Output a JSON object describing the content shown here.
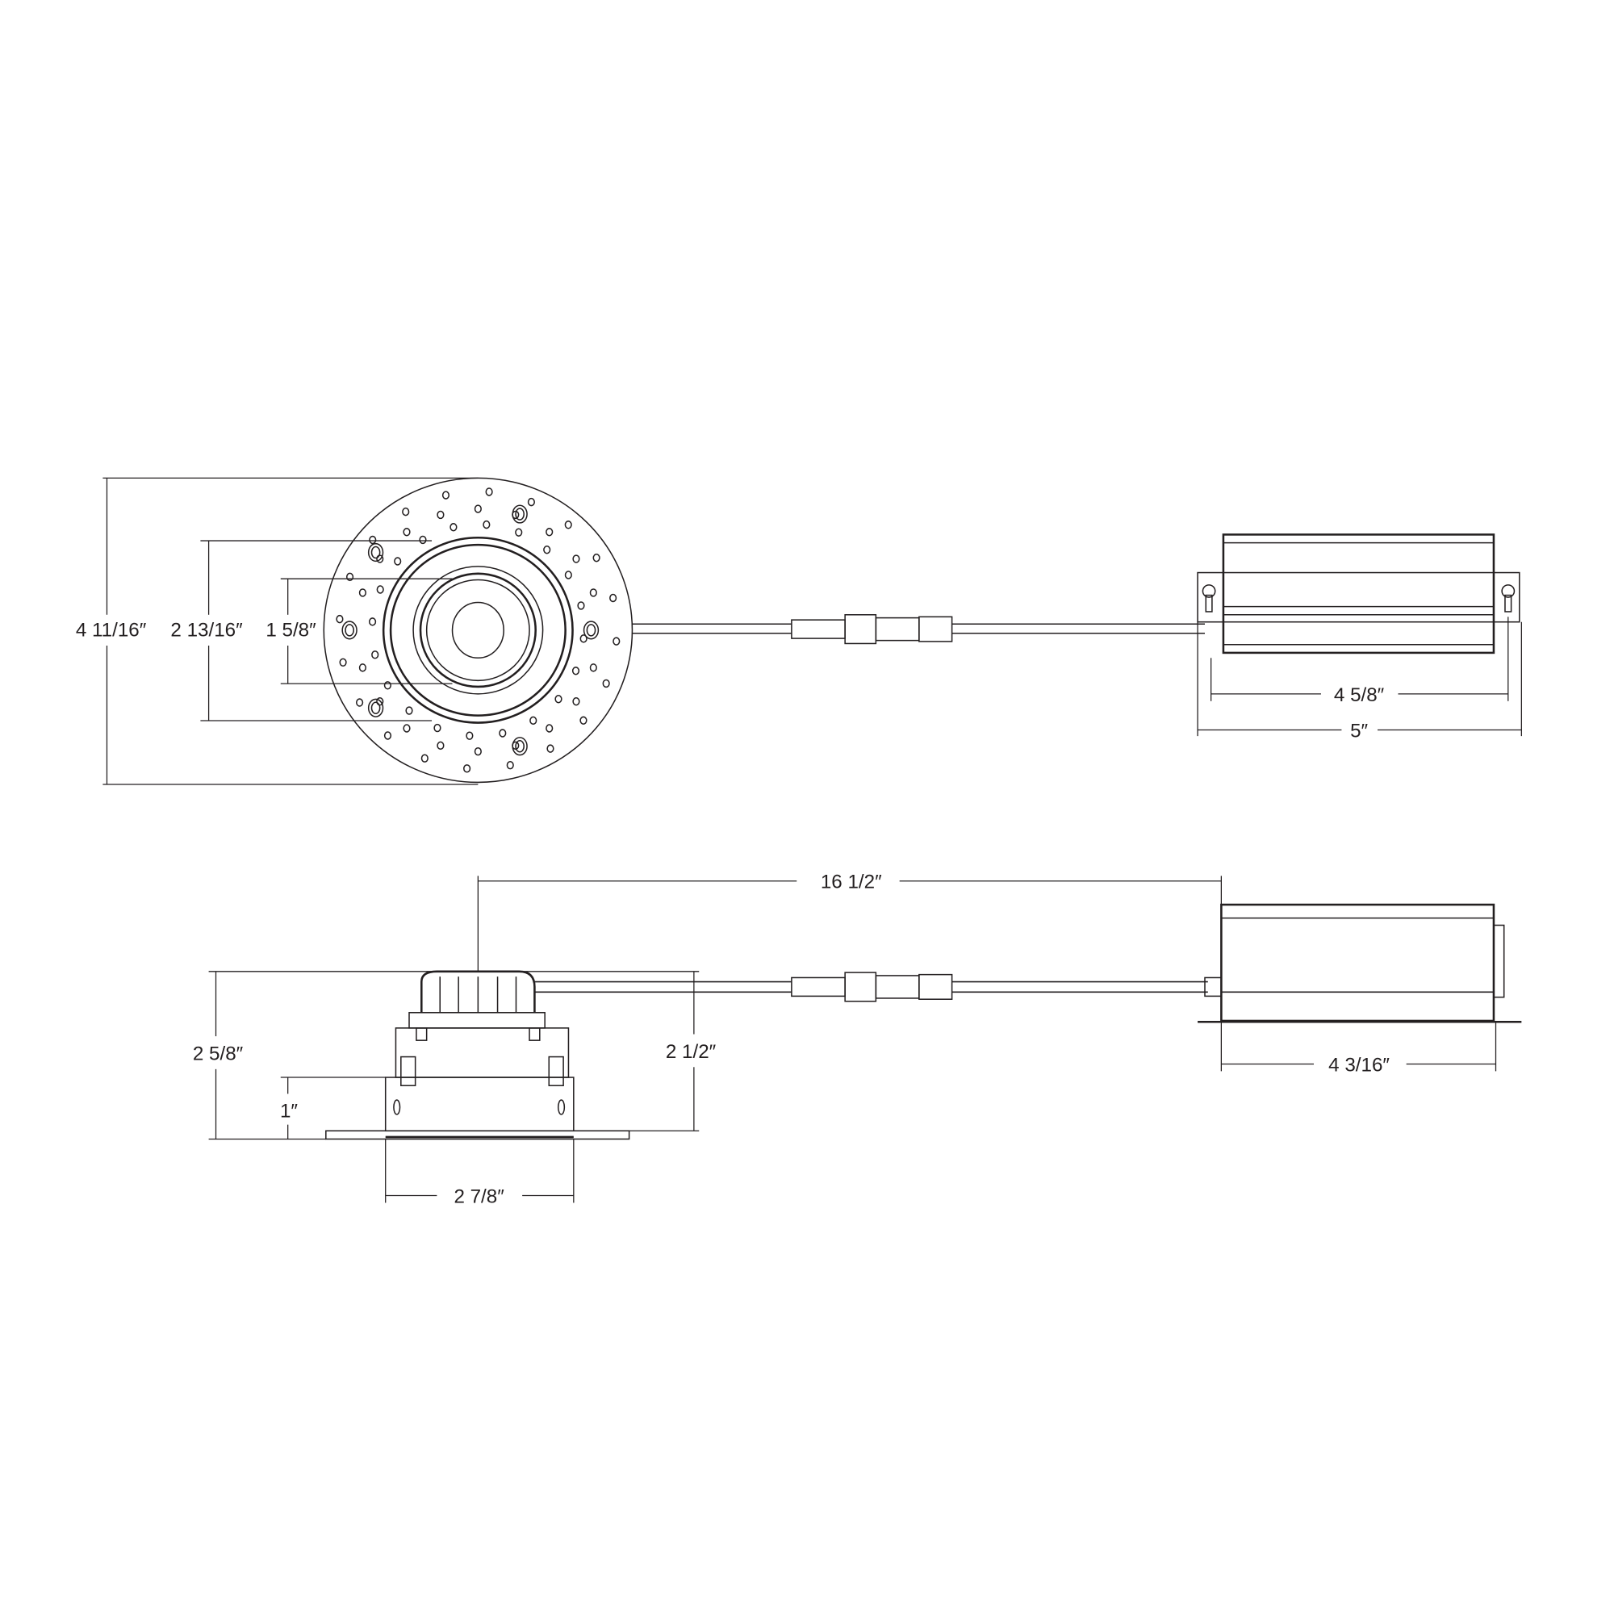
{
  "top_view": {
    "dims": {
      "overall_diameter": "4 11/16″",
      "trim_diameter": "2 13/16″",
      "aperture_diameter": "1 5/8″",
      "driver_body_length": "4 5/8″",
      "driver_overall_length": "5″"
    }
  },
  "side_view": {
    "dims": {
      "cable_length": "16 1/2″",
      "overall_height": "2 5/8″",
      "housing_height": "2 1/2″",
      "trim_depth": "1″",
      "trim_width": "2 7/8″",
      "driver_length": "4 3/16″"
    }
  },
  "colors": {
    "line": "#231f20",
    "background": "#ffffff"
  }
}
